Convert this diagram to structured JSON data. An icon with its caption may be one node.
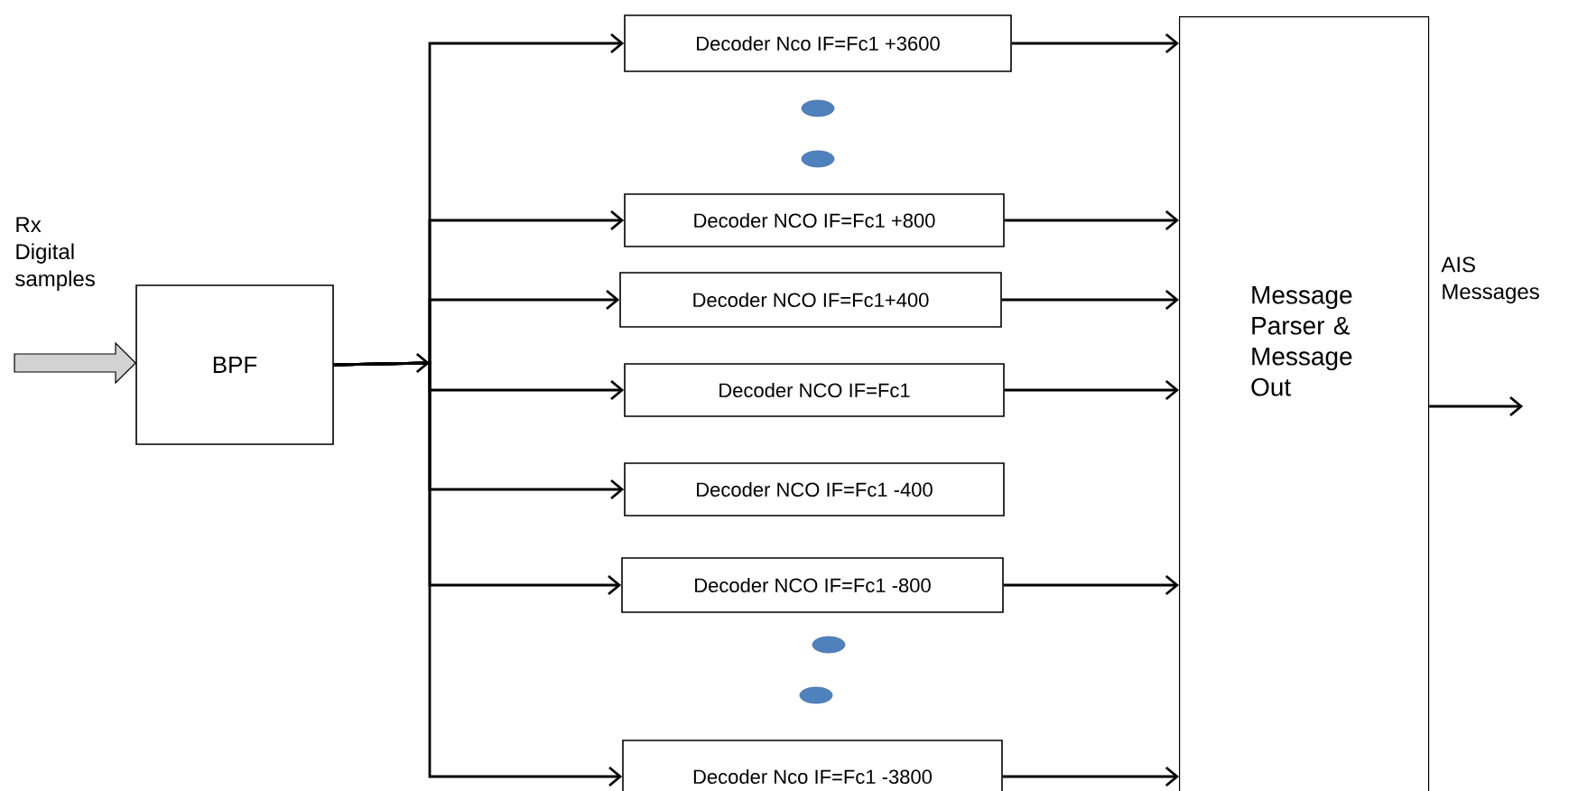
{
  "diagram": {
    "nodes": [
      {
        "text": [
          "BPF"
        ]
      },
      {
        "text": [
          "Decoder Nco IF=Fc1 +3600"
        ]
      },
      {
        "text": [
          "Decoder NCO IF=Fc1 +800"
        ]
      },
      {
        "text": [
          "Decoder NCO IF=Fc1+400"
        ]
      },
      {
        "text": [
          "Decoder NCO IF=Fc1"
        ]
      },
      {
        "text": [
          "Decoder NCO IF=Fc1 -400"
        ]
      },
      {
        "text": [
          "Decoder NCO IF=Fc1 -800"
        ]
      },
      {
        "text": [
          "Decoder Nco IF=Fc1 -3800"
        ]
      },
      {
        "text": [
          "Message Parser & Message Out"
        ]
      }
    ],
    "edges": [
      {
        "from": null,
        "to": 0,
        "arrow": "to"
      },
      {
        "from": 0,
        "to": 1,
        "arrow": "to"
      },
      {
        "from": 0,
        "to": 2,
        "arrow": "to"
      },
      {
        "from": 0,
        "to": 3,
        "arrow": "to"
      },
      {
        "from": 0,
        "to": 4,
        "arrow": "to"
      },
      {
        "from": 0,
        "to": 5,
        "arrow": "to"
      },
      {
        "from": 0,
        "to": 6,
        "arrow": "to"
      },
      {
        "from": 0,
        "to": 7,
        "arrow": "to"
      },
      {
        "from": 1,
        "to": 8,
        "arrow": "to"
      },
      {
        "from": 2,
        "to": 8,
        "arrow": "to"
      },
      {
        "from": 3,
        "to": 8,
        "arrow": "to"
      },
      {
        "from": 4,
        "to": 8,
        "arrow": "to"
      },
      {
        "from": 6,
        "to": 8,
        "arrow": "to"
      },
      {
        "from": 7,
        "to": 8,
        "arrow": "to"
      },
      {
        "from": 8,
        "to": null,
        "arrow": "to"
      }
    ],
    "labels": [
      "Rx Digital samples",
      "AIS Messages"
    ]
  }
}
